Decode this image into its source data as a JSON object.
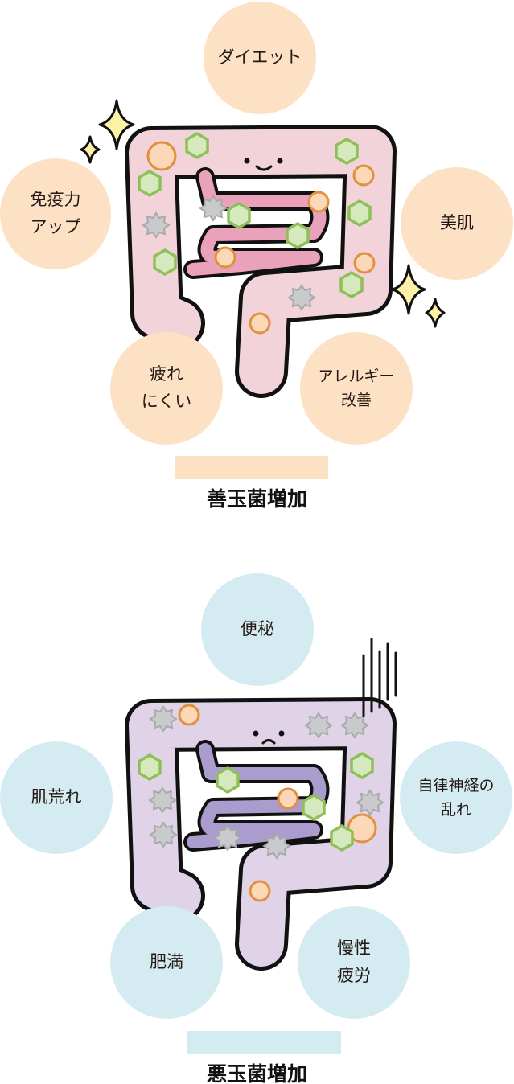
{
  "good": {
    "title": "善玉菌増加",
    "color": "#fde1c5",
    "intestine_color": "#f3d3da",
    "small_intestine_color": "#e9a2ba",
    "face": "smile",
    "benefits": [
      "ダイエット",
      "免疫力\nアップ",
      "美肌",
      "疲れ\nにくい",
      "アレルギー\n改善"
    ]
  },
  "bad": {
    "title": "悪玉菌増加",
    "color": "#d5ebf2",
    "intestine_color": "#e0d3e8",
    "small_intestine_color": "#aa9ccc",
    "face": "frown",
    "effects": [
      "便秘",
      "肌荒れ",
      "自律神経の\n乱れ",
      "肥満",
      "慢性\n疲労"
    ]
  }
}
